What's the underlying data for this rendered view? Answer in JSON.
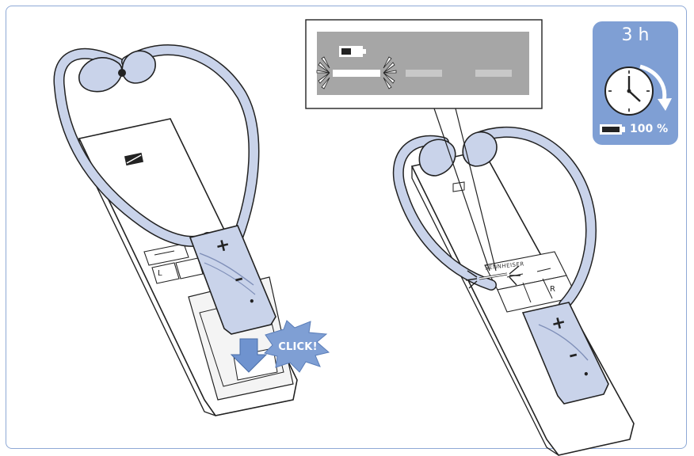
{
  "callout": {
    "click_label": "CLICK!"
  },
  "charge_badge": {
    "duration": "3 h",
    "battery_level": "100 %",
    "accent_color": "#7f9fd4"
  },
  "left_device": {
    "key_left": "L",
    "key_plus": "+",
    "key_minus": "–",
    "key_dot": "•"
  },
  "right_device": {
    "brand": "SENNHEISER",
    "key_right": "R",
    "key_plus": "+",
    "key_minus": "–",
    "key_dot": "•"
  },
  "colors": {
    "frame": "#8ea9d6",
    "display_bg": "#a6a6a6",
    "headphone_fill": "#c9d3ea",
    "arrow": "#6f93cf"
  }
}
